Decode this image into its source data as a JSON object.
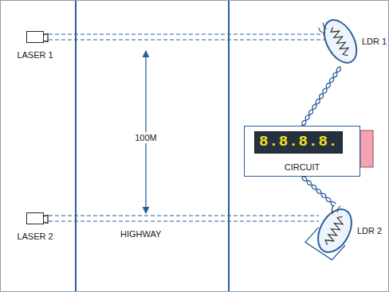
{
  "diagram": {
    "nodes": [
      {
        "text": [
          "LASER 1"
        ]
      },
      {
        "text": [
          "LDR 1"
        ]
      },
      {
        "text": [
          "CIRCUIT"
        ]
      },
      {
        "text": [
          "8.8.8.8."
        ],
        "in": 2
      },
      {
        "text": [
          "LDR 2"
        ]
      },
      {
        "text": [
          "LASER 2"
        ]
      }
    ],
    "edges": [
      {
        "from": 0,
        "to": 1,
        "arrow": "none"
      },
      {
        "from": 1,
        "to": 2,
        "arrow": "none"
      },
      {
        "from": 2,
        "to": 4,
        "arrow": "none"
      },
      {
        "from": 5,
        "to": 4,
        "arrow": "none"
      }
    ],
    "labels": [
      "100M",
      "HIGHWAY"
    ]
  }
}
